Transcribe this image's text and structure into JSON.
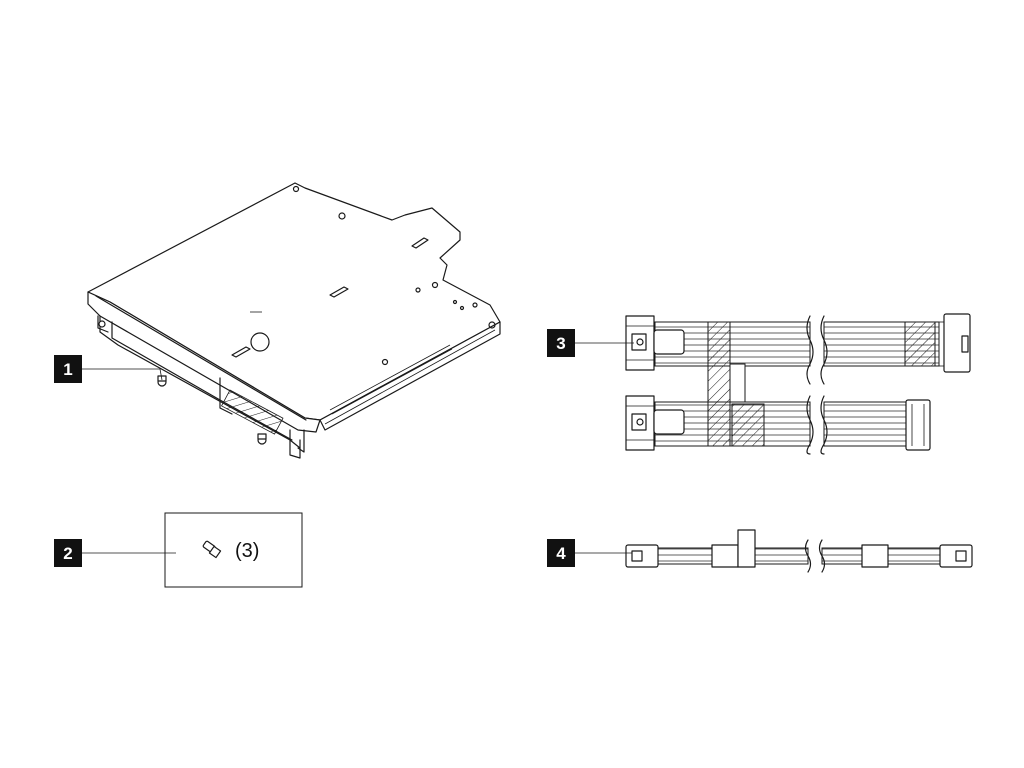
{
  "callouts": {
    "c1": "1",
    "c2": "2",
    "c3": "3",
    "c4": "4"
  },
  "screw_quantity": "(3)",
  "icons": [
    "drive-cage-icon",
    "screw-icon",
    "signal-cable-icon",
    "power-cable-icon"
  ],
  "colors": {
    "line": "#1a1a1a",
    "callout_fill": "#111111",
    "callout_text": "#ffffff"
  }
}
